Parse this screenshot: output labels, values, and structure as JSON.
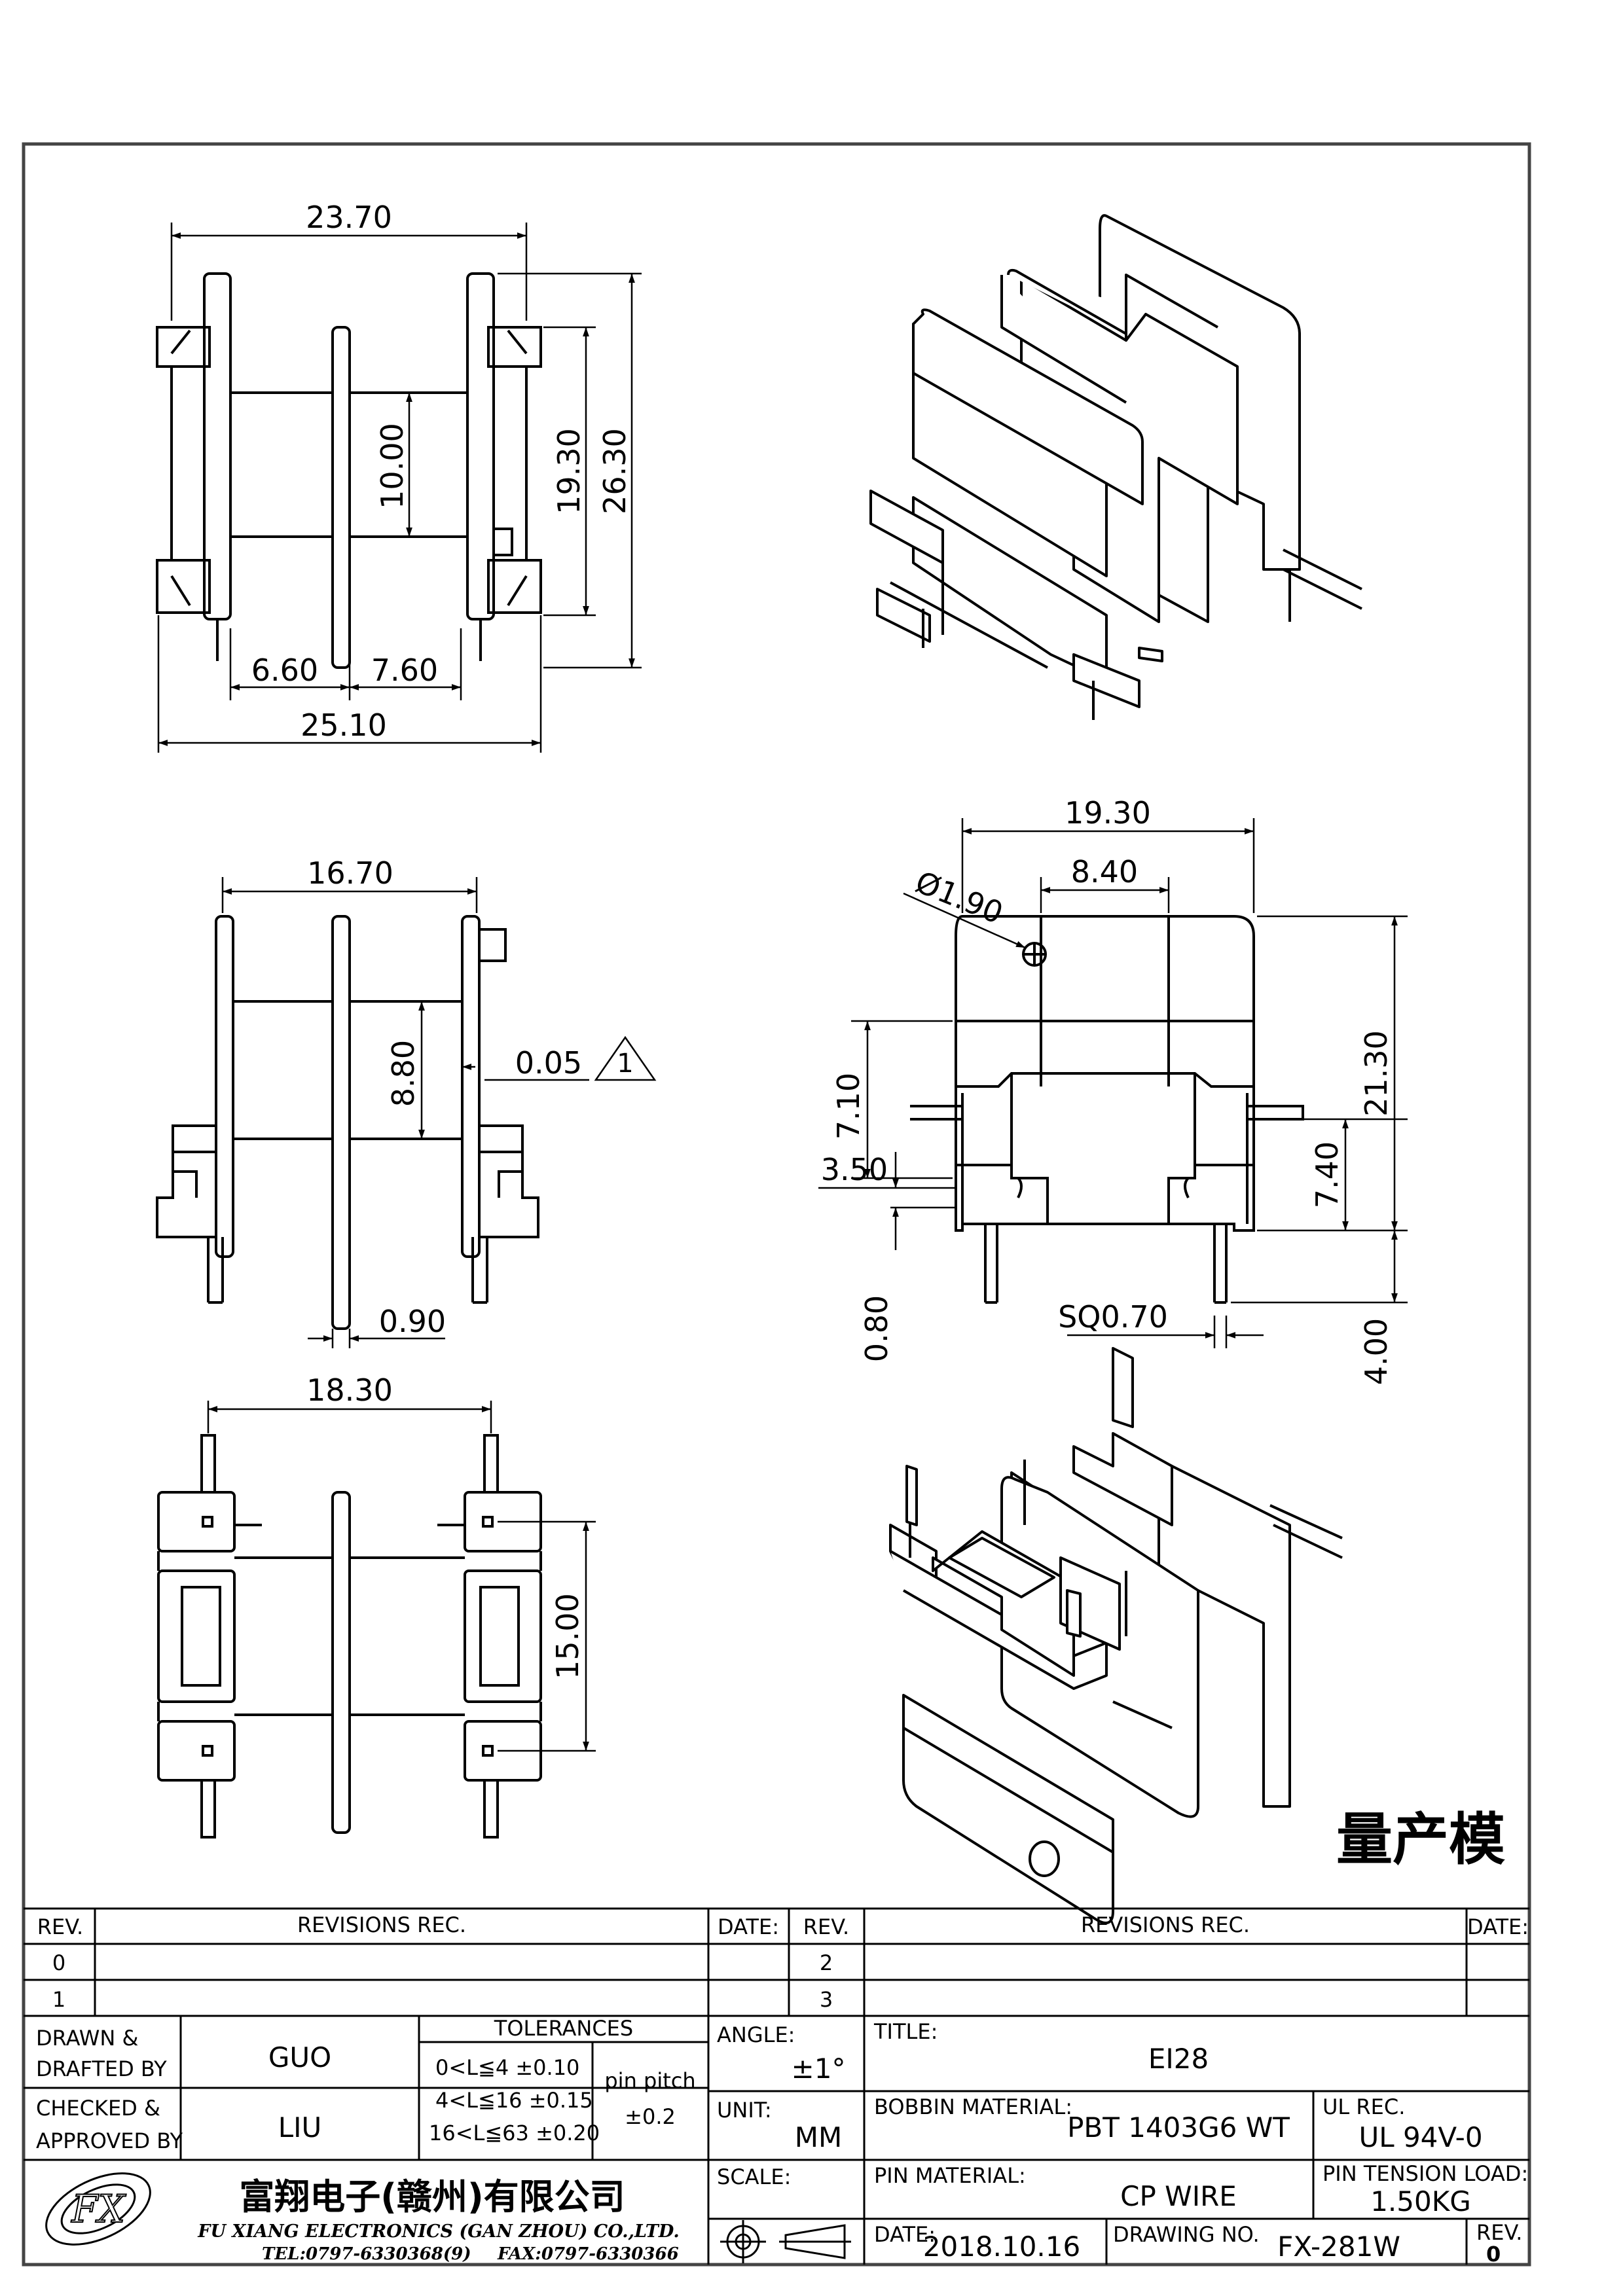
{
  "views": {
    "top": {
      "dims": {
        "overall_width": "23.70",
        "core_height": "10.00",
        "inner_height": "19.30",
        "outer_height": "26.30",
        "slot_left": "6.60",
        "slot_right": "7.60",
        "base_width": "25.10"
      }
    },
    "side": {
      "dims": {
        "flange_span": "16.70",
        "window_height": "8.80",
        "gap": "0.05",
        "flange_thickness": "0.90"
      },
      "note_mark": "1"
    },
    "front": {
      "dims": {
        "flange_width": "19.30",
        "hole_dia": "Ø1.90",
        "hole_offset": "8.40",
        "upper_height": "7.10",
        "total_height": "21.30",
        "step": "3.50",
        "lower_height": "7.40",
        "pin_size": "SQ0.70",
        "standoff": "0.80",
        "pin_length": "4.00"
      }
    },
    "bottom": {
      "dims": {
        "pin_row_span": "18.30",
        "pin_pitch_span": "15.00"
      }
    }
  },
  "stamp": "量产模",
  "title_block": {
    "rev_header": "REV.",
    "revisions_header": "REVISIONS   REC.",
    "date_header": "DATE:",
    "rev_rows": [
      "0",
      "1"
    ],
    "rev_rows_right": [
      "2",
      "3"
    ],
    "drawn_label_1": "DRAWN &",
    "drawn_label_2": "DRAFTED BY",
    "drawn_by": "GUO",
    "checked_label_1": "CHECKED &",
    "checked_label_2": "APPROVED BY",
    "checked_by": "LIU",
    "tolerances_title": "TOLERANCES",
    "tolerances": [
      "0<L≦4   ±0.10",
      "4<L≦16  ±0.15",
      "16<L≦63  ±0.20"
    ],
    "pin_pitch_label": "pin pitch",
    "pin_pitch_value": "±0.2",
    "angle_label": "ANGLE:",
    "angle_value": "±1°",
    "unit_label": "UNIT:",
    "unit_value": "MM",
    "scale_label": "SCALE:",
    "title_label": "TITLE:",
    "title_value": "EI28",
    "bobbin_material_label": "BOBBIN MATERIAL:",
    "bobbin_material_value": "PBT 1403G6 WT",
    "ul_label": "UL REC.",
    "ul_value": "UL 94V-0",
    "pin_material_label": "PIN MATERIAL:",
    "pin_material_value": "CP WIRE",
    "pin_tension_label": "PIN TENSION LOAD:",
    "pin_tension_value": "1.50KG",
    "date_label": "DATE:",
    "date_value": "2018.10.16",
    "drawing_no_label": "DRAWING NO.",
    "drawing_no_value": "FX-281W",
    "rev_label": "REV.",
    "rev_value": "0",
    "company_cn": "富翔电子(赣州)有限公司",
    "company_en": "FU XIANG ELECTRONICS (GAN ZHOU) CO.,LTD.",
    "tel": "TEL:0797-6330368(9)",
    "fax": "FAX:0797-6330366",
    "logo_text": "FX"
  }
}
